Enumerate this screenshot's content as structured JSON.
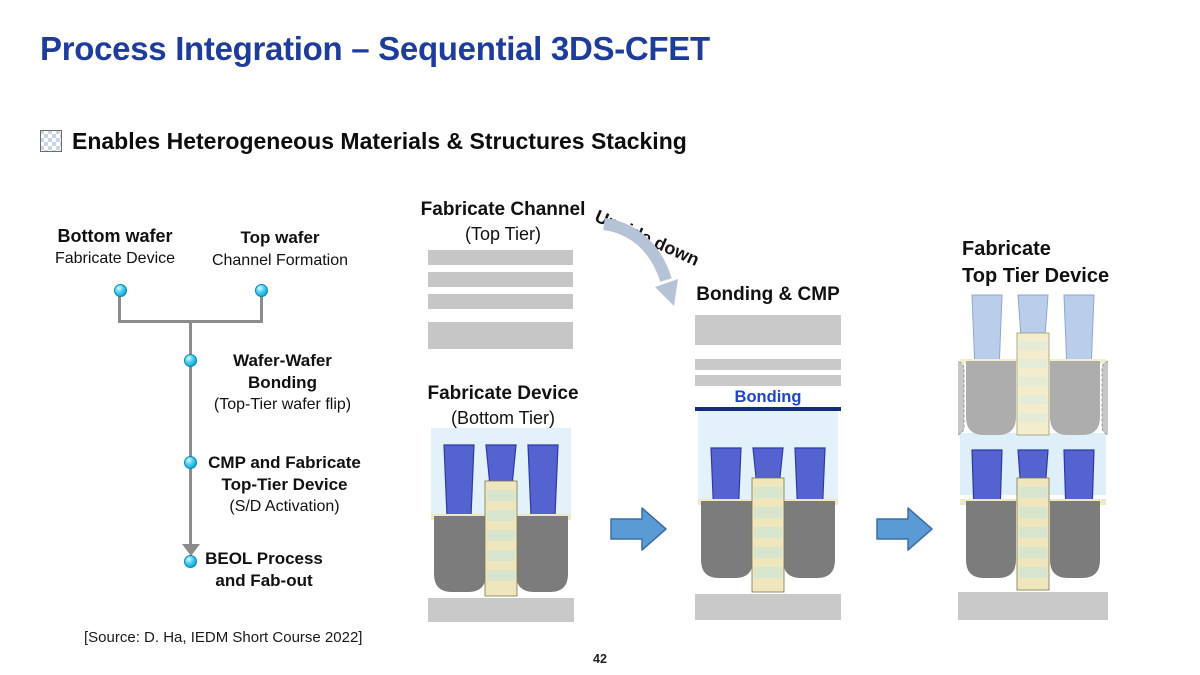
{
  "slide": {
    "title": "Process Integration – Sequential 3DS-CFET",
    "heading": "Enables Heterogeneous Materials & Structures Stacking",
    "source": "[Source: D. Ha, IEDM Short Course 2022]",
    "page_number": "42"
  },
  "flowchart": {
    "bottom_wafer": {
      "title": "Bottom wafer",
      "subtitle": "Fabricate Device"
    },
    "top_wafer": {
      "title": "Top wafer",
      "subtitle": "Channel Formation"
    },
    "steps": [
      {
        "title": "Wafer-Wafer Bonding",
        "subtitle": "(Top-Tier wafer flip)"
      },
      {
        "title": "CMP and Fabricate Top-Tier Device",
        "subtitle": "(S/D Activation)"
      },
      {
        "title": "BEOL Process and Fab-out",
        "subtitle": ""
      }
    ]
  },
  "stages": {
    "channel": {
      "title": "Fabricate Channel",
      "subtitle": "(Top Tier)"
    },
    "upside_down_label": "Upside down",
    "bonding_cmp_title": "Bonding & CMP",
    "bottom_device": {
      "title": "Fabricate Device",
      "subtitle": "(Bottom Tier)"
    },
    "bonding_label": "Bonding",
    "final": {
      "title_line1": "Fabricate",
      "title_line2": "Top Tier Device"
    }
  },
  "colors": {
    "title_blue": "#1E3D9B",
    "bonding_text_blue": "#2145C4",
    "bonding_line_navy": "#132C7D",
    "block_arrow_blue": "#5B9BD5",
    "dot_cyan": "#2FC3E9",
    "wafer_gray": "#C6C6C6",
    "gate_blue": "#5463D0",
    "gate_blue_light": "#BACDEB",
    "sd_epi_gray": "#7C7C7C",
    "stack_cream": "#EFE6BE",
    "stack_green": "#D7E5CE",
    "dielectric_pale_blue": "#E2F1FA"
  }
}
